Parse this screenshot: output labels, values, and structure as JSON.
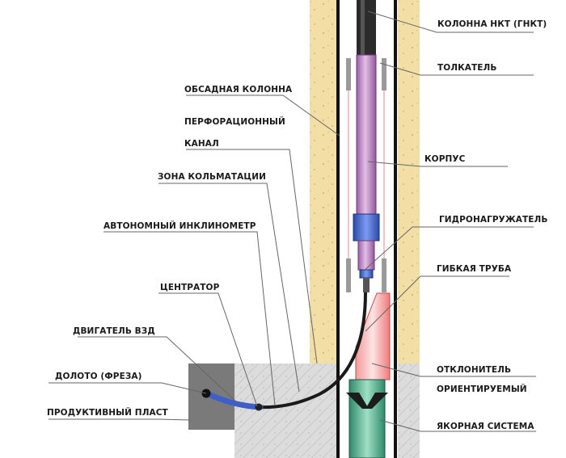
{
  "labels": {
    "tubing": "КОЛОННА НКТ (ГНКТ)",
    "pusher": "ТОЛКАТЕЛЬ",
    "casing": "ОБСАДНАЯ КОЛОННА",
    "perf_channel_1": "ПЕРФОРАЦИОННЫЙ",
    "perf_channel_2": "КАНАЛ",
    "body": "КОРПУС",
    "colmatation_zone": "ЗОНА КОЛЬМАТАЦИИ",
    "hydro_loader": "ГИДРОНАГРУЖАТЕЛЬ",
    "inclinometer": "АВТОНОМНЫЙ ИНКЛИНОМЕТР",
    "flex_pipe": "ГИБКАЯ ТРУБА",
    "centralizer": "ЦЕНТРАТОР",
    "motor": "ДВИГАТЕЛЬ ВЗД",
    "deflector": "ОТКЛОНИТЕЛЬ",
    "oriented": "ОРИЕНТИРУЕМЫЙ",
    "bit": "ДОЛОТО (ФРЕЗА)",
    "productive_layer": "ПРОДУКТИВНЫЙ ПЛАСТ",
    "anchor": "ЯКОРНАЯ СИСТЕМА"
  },
  "colors": {
    "sand": "#f3dfa6",
    "concrete": "#d9d9d9",
    "rock": "#7a7a7a",
    "body_tube": "#b77ec0",
    "blue_part": "#3d5fc9",
    "deflector": "#ef6b6b",
    "anchor": "#4aa07f",
    "leader": "#666666"
  }
}
